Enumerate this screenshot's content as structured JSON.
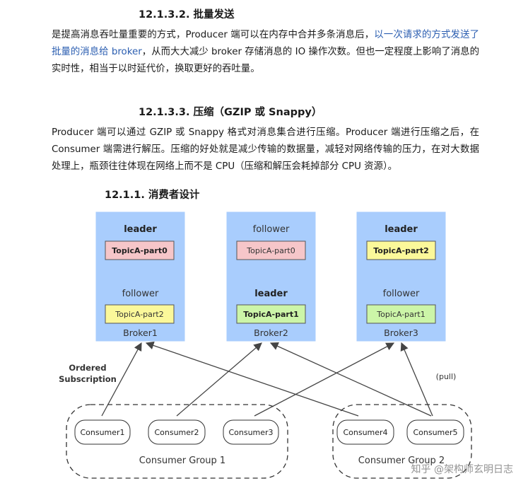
{
  "section_batch": {
    "heading": "12.1.3.2.  批量发送",
    "text_before_link": "是提高消息吞吐量重要的方式，Producer 端可以在内存中合并多条消息后，",
    "link_text": "以一次请求的方式发送了批量的消息给 broker",
    "text_after_link": "，从而大大减少 broker 存储消息的 IO 操作次数。但也一定程度上影响了消息的实时性，相当于以时延代价，换取更好的吞吐量。"
  },
  "section_compress": {
    "heading": "12.1.3.3.  压缩（GZIP 或 Snappy）",
    "text": "Producer 端可以通过 GZIP 或 Snappy 格式对消息集合进行压缩。Producer 端进行压缩之后，在 Consumer 端需进行解压。压缩的好处就是减少传输的数据量，减轻对网络传输的压力，在对大数据处理上，瓶颈往往体现在网络上而不是 CPU（压缩和解压会耗掉部分 CPU 资源）。"
  },
  "section_consumer": {
    "heading": "12.1.1.    消费者设计"
  },
  "diagram": {
    "brokers": [
      {
        "label": "Broker1",
        "top_role": "leader",
        "top_role_bold": true,
        "top_topic": "TopicA-part0",
        "top_topic_bold": true,
        "top_topic_color": "pink",
        "bottom_role": "follower",
        "bottom_role_bold": false,
        "bottom_topic": "TopicA-part2",
        "bottom_topic_bold": false,
        "bottom_topic_color": "yellow"
      },
      {
        "label": "Broker2",
        "top_role": "follower",
        "top_role_bold": false,
        "top_topic": "TopicA-part0",
        "top_topic_bold": false,
        "top_topic_color": "pink",
        "bottom_role": "leader",
        "bottom_role_bold": true,
        "bottom_topic": "TopicA-part1",
        "bottom_topic_bold": true,
        "bottom_topic_color": "green"
      },
      {
        "label": "Broker3",
        "top_role": "leader",
        "top_role_bold": true,
        "top_topic": "TopicA-part2",
        "top_topic_bold": true,
        "top_topic_color": "yellow",
        "bottom_role": "follower",
        "bottom_role_bold": false,
        "bottom_topic": "TopicA-part1",
        "bottom_topic_bold": false,
        "bottom_topic_color": "green"
      }
    ],
    "consumers": [
      "Consumer1",
      "Consumer2",
      "Consumer3",
      "Consumer4",
      "Consumer5"
    ],
    "groups": [
      "Consumer Group 1",
      "Consumer Group 2"
    ],
    "note_ordered_line1": "Ordered",
    "note_ordered_line2": "Subscription",
    "note_pull": "(pull)",
    "colors": {
      "broker_fill": "#a9cdfd",
      "topic_pink": "#f6c6c9",
      "topic_yellow": "#fbf89a",
      "topic_green": "#ccf5a8"
    }
  },
  "watermark": "知乎 @架构师玄明日志"
}
